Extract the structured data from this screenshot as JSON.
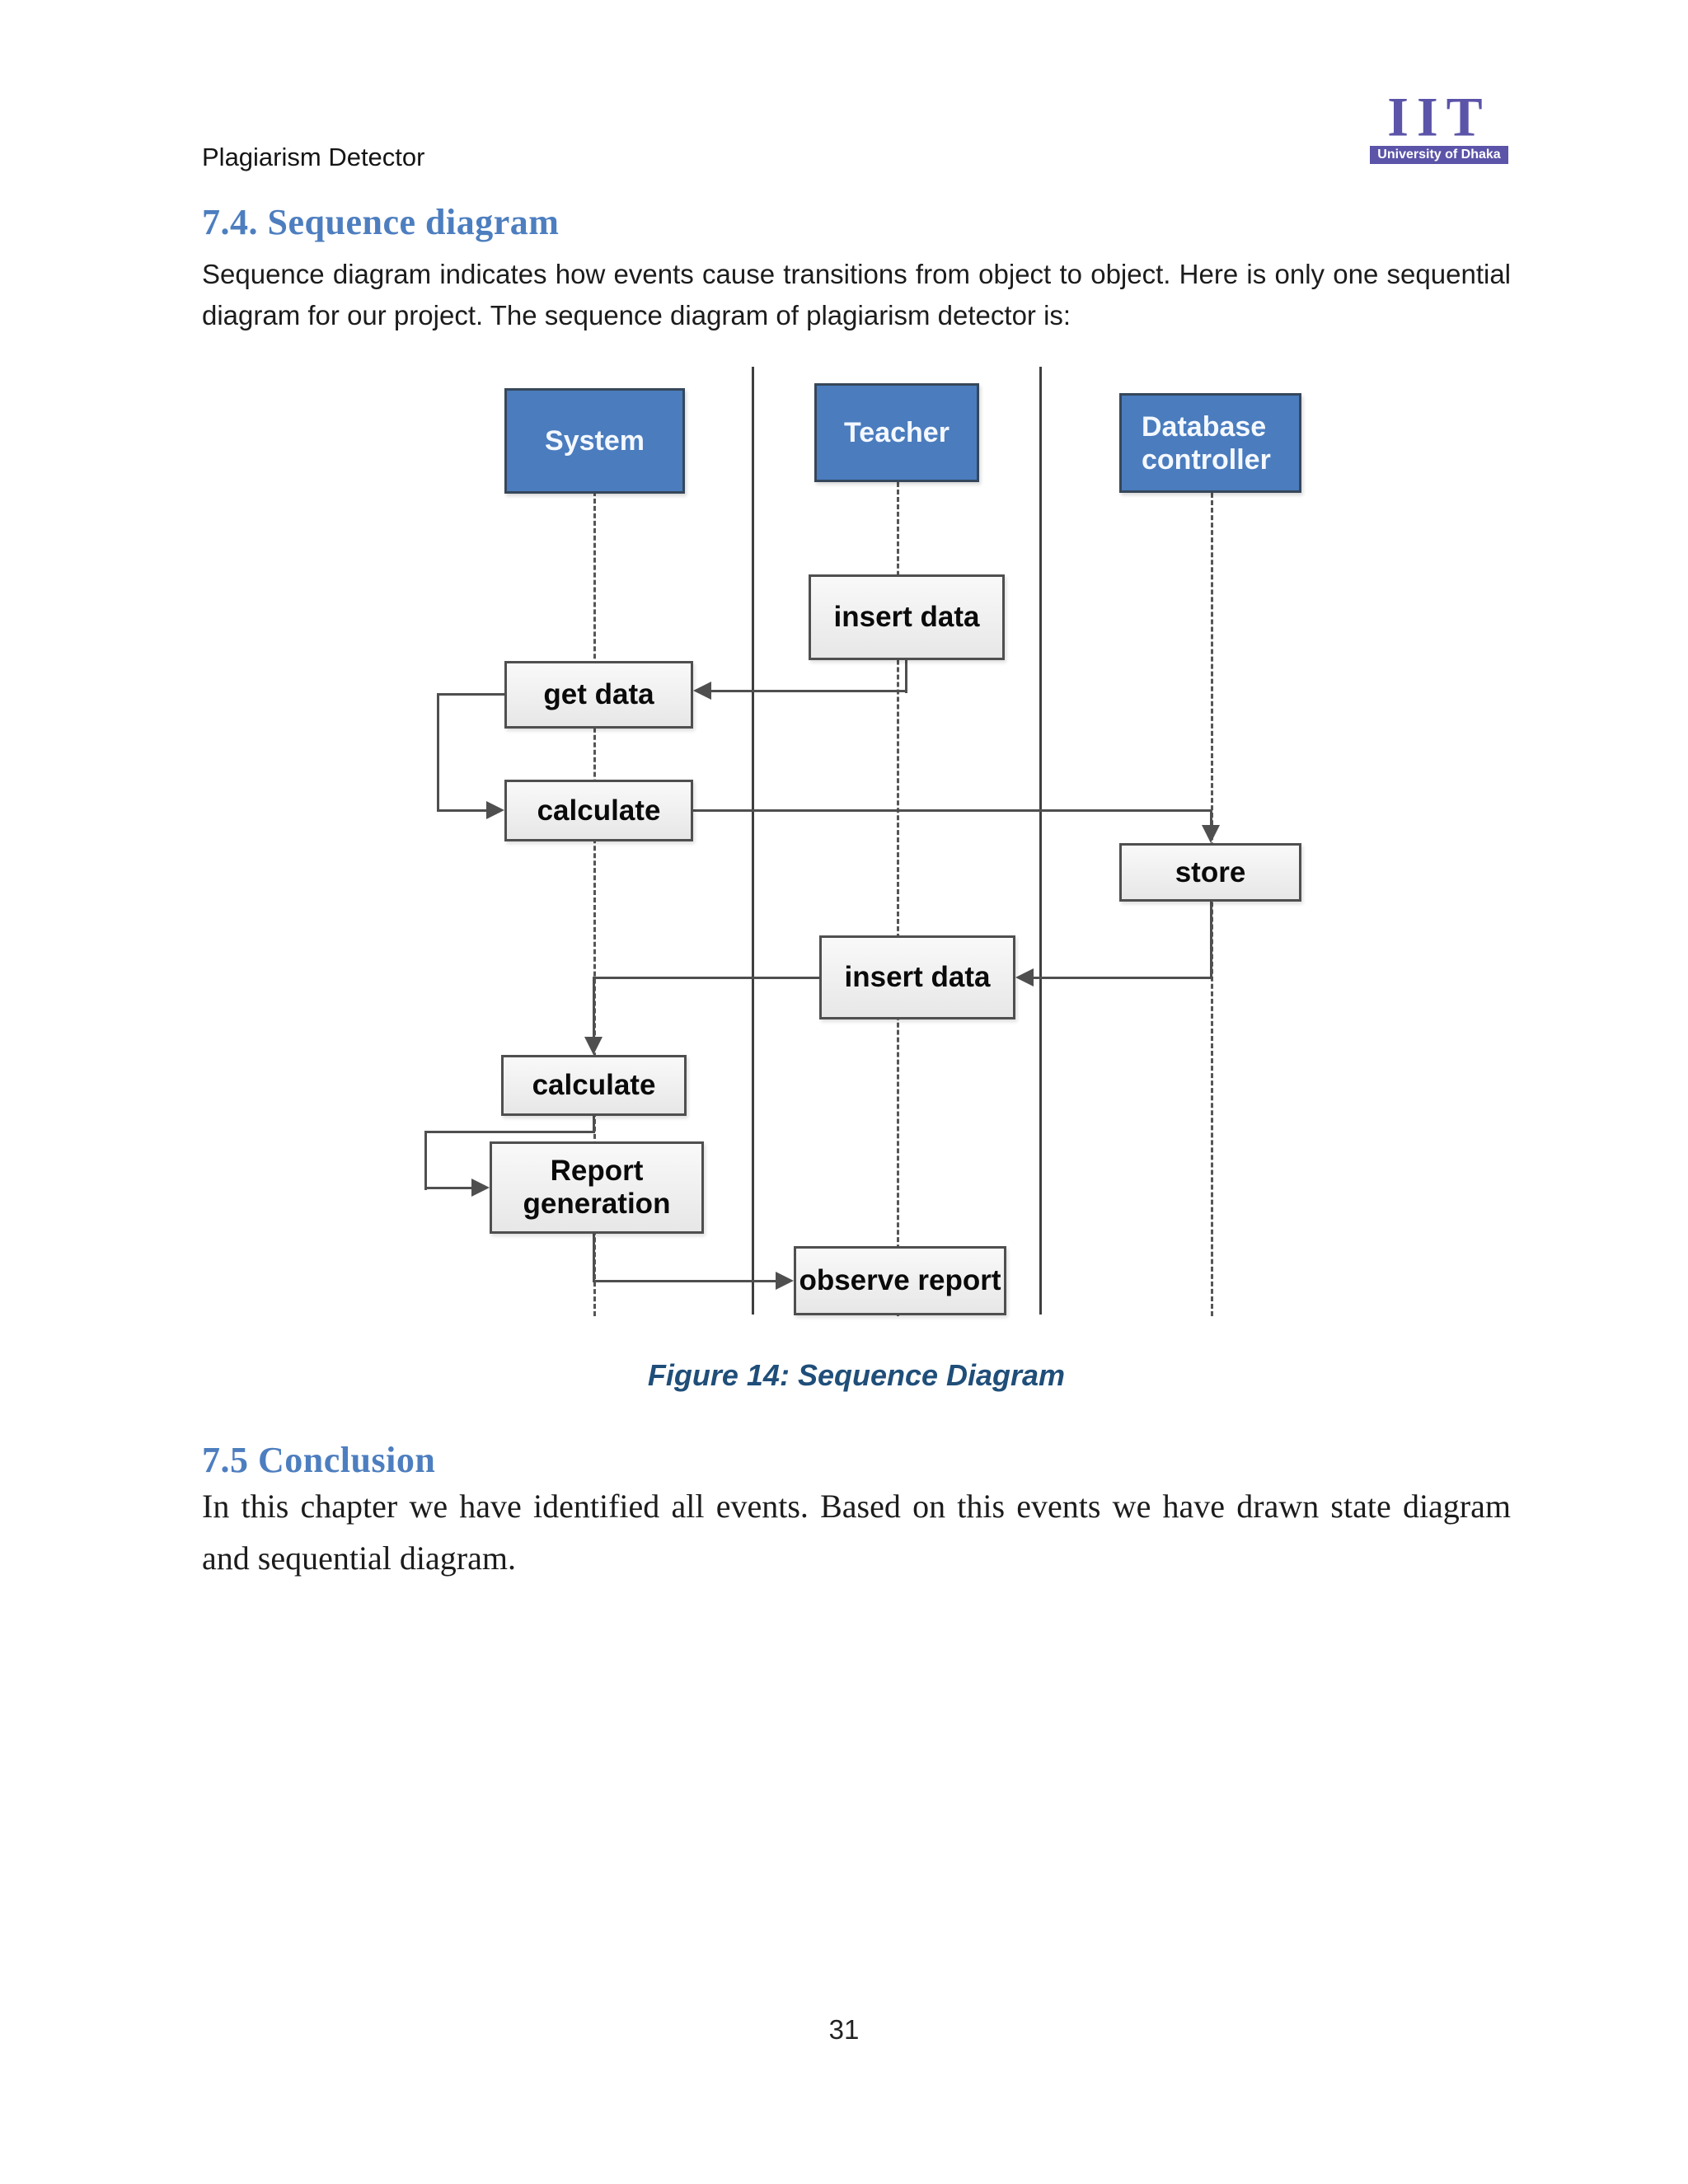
{
  "page": {
    "header_title": "Plagiarism Detector",
    "page_number": "31"
  },
  "logo": {
    "acronym": "IIT",
    "subtitle": "University of Dhaka",
    "color": "#5b54a8"
  },
  "section_74": {
    "heading": "7.4. Sequence diagram",
    "body": "Sequence diagram indicates how events cause transitions from object to object. Here is only one sequential diagram for our project. The sequence diagram of plagiarism detector is:"
  },
  "figure": {
    "caption": "Figure 14: Sequence Diagram"
  },
  "section_75": {
    "heading": "7.5 Conclusion",
    "body": "In this chapter we have identified all events. Based on this events we have drawn state diagram and sequential diagram."
  },
  "diagram": {
    "actors": [
      {
        "id": "system",
        "label": "System"
      },
      {
        "id": "teacher",
        "label": "Teacher"
      },
      {
        "id": "db",
        "label": "Database controller"
      }
    ],
    "messages": [
      {
        "id": "insert-data-1",
        "label": "insert data"
      },
      {
        "id": "get-data",
        "label": "get data"
      },
      {
        "id": "calculate-1",
        "label": "calculate"
      },
      {
        "id": "store",
        "label": "store"
      },
      {
        "id": "insert-data-2",
        "label": "insert data"
      },
      {
        "id": "calculate-2",
        "label": "calculate"
      },
      {
        "id": "report-generation",
        "label": "Report generation"
      },
      {
        "id": "observe-report",
        "label": "observe report"
      }
    ],
    "colors": {
      "actor_fill": "#4a7cbe",
      "actor_border": "#36475a",
      "message_border": "#4f4f4f",
      "connector": "#4f4f4f",
      "heading_blue": "#4d7ebf",
      "caption_blue": "#1f4e79"
    }
  }
}
